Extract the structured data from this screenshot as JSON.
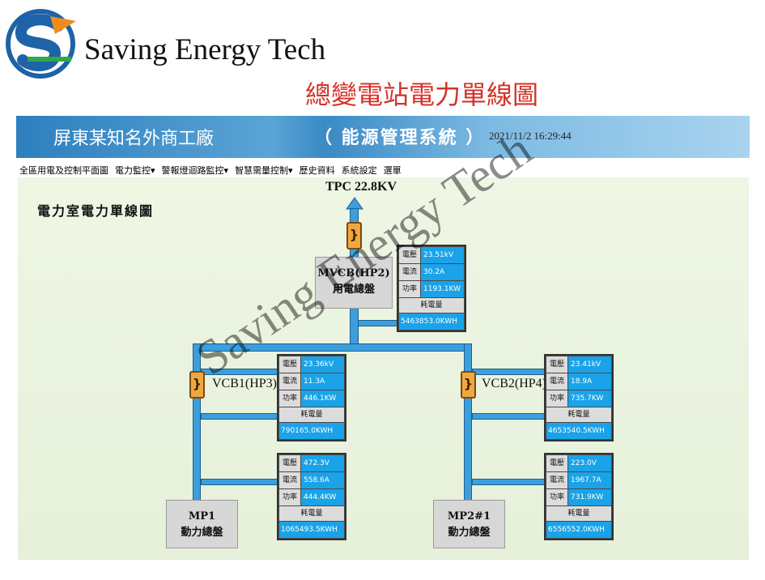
{
  "brand": {
    "name": "Saving Energy Tech"
  },
  "slide_title": "總變電站電力單線圖",
  "header": {
    "plant": "屏東某知名外商工廠",
    "system": "（ 能源管理系統 ）",
    "datetime": "2021/11/2 16:29:44"
  },
  "menu": [
    "全區用電及控制平面圖",
    "電力監控▾",
    "警報燈迴路監控▾",
    "智慧需量控制▾",
    "歷史資料",
    "系統設定",
    "選單"
  ],
  "diagram": {
    "title": "電力室電力單線圖",
    "source": "TPC 22.8KV",
    "meter_labels": {
      "voltage": "電壓",
      "current": "電流",
      "power": "功率",
      "energy": "耗電量"
    },
    "mvcb": {
      "line1": "MVCB(HP2)",
      "line2": "用電總盤",
      "voltage": "23.51kV",
      "current": "30.2A",
      "power": "1193.1KW",
      "energy": "5463853.0KWH"
    },
    "vcb1": {
      "label": "VCB1(HP3)",
      "voltage": "23.36kV",
      "current": "11.3A",
      "power": "446.1KW",
      "energy": "790165.0KWH"
    },
    "vcb2": {
      "label": "VCB2(HP4)",
      "voltage": "23.41kV",
      "current": "18.9A",
      "power": "735.7KW",
      "energy": "4653540.5KWH"
    },
    "mp1": {
      "line1": "MP1",
      "line2": "動力總盤",
      "voltage": "472.3V",
      "current": "558.6A",
      "power": "444.4KW",
      "energy": "1065493.5KWH"
    },
    "mp2": {
      "line1": "MP2#1",
      "line2": "動力總盤",
      "voltage": "223.0V",
      "current": "1967.7A",
      "power": "731.9KW",
      "energy": "6556552.0KWH"
    }
  },
  "watermark": "Saving Energy Tech",
  "colors": {
    "pipe": "#3c9fdc",
    "meter_value": "#1aa3e8",
    "breaker": "#f0a83e",
    "title_red": "#d43228"
  }
}
